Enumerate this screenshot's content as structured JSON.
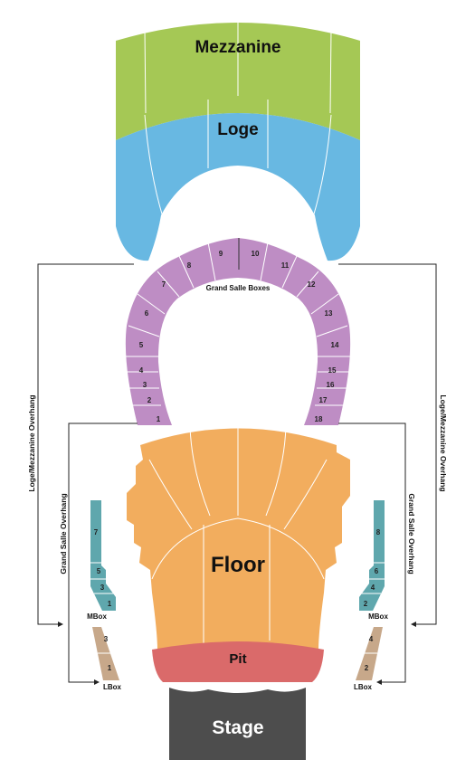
{
  "sections": {
    "mezzanine": {
      "label": "Mezzanine",
      "color": "#a5c855"
    },
    "loge": {
      "label": "Loge",
      "color": "#68b8e2"
    },
    "boxes": {
      "label": "Grand Salle Boxes",
      "color": "#be8dc4"
    },
    "floor": {
      "label": "Floor",
      "color": "#f2ad5e"
    },
    "pit": {
      "label": "Pit",
      "color": "#da6a6a"
    },
    "stage": {
      "label": "Stage",
      "color": "#4d4d4d"
    }
  },
  "left_boxes": [
    "1",
    "2",
    "3",
    "4",
    "5",
    "6",
    "7",
    "8",
    "9"
  ],
  "right_boxes": [
    "10",
    "11",
    "12",
    "13",
    "14",
    "15",
    "16",
    "17",
    "18"
  ],
  "overhangs": {
    "loge_mezzanine": "Loge/Mezzanine Overhang",
    "grand_salle": "Grand Salle Overhang"
  },
  "mbox": {
    "label": "MBox",
    "color": "#5fa7ad",
    "left_numbers": [
      "7",
      "5",
      "3",
      "1"
    ],
    "right_numbers": [
      "8",
      "6",
      "4",
      "2"
    ]
  },
  "lbox": {
    "label": "LBox",
    "color": "#c7a88a",
    "left_numbers": [
      "3",
      "1"
    ],
    "right_numbers": [
      "4",
      "2"
    ]
  }
}
